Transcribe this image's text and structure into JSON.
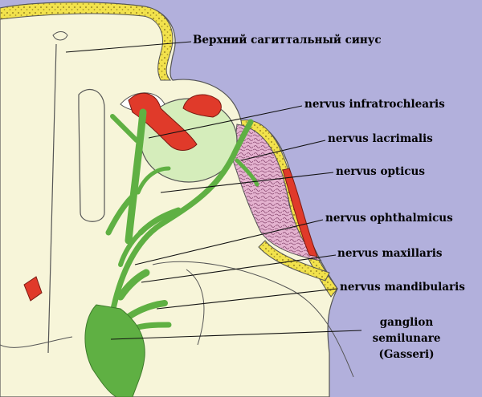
{
  "labels": {
    "sagittal_sinus": "Верхний сагиттальный синус",
    "infratrochlearis": "nervus infratrochlearis",
    "lacrimalis": "nervus lacrimalis",
    "opticus": "nervus opticus",
    "ophthalmicus": "nervus ophthalmicus",
    "maxillaris": "nervus maxillaris",
    "mandibularis": "nervus mandibularis",
    "ganglion": [
      "ganglion",
      "semilunare",
      "(Gasseri)"
    ]
  },
  "colors": {
    "background": "#b2b0dc",
    "bone": "#f7f5d9",
    "bone_rim": "#f2e24c",
    "nerve": "#5fb043",
    "eyeball": "#d5edbb",
    "muscle": "#e03a2a",
    "fat_tissue": "#d9a3c0"
  }
}
